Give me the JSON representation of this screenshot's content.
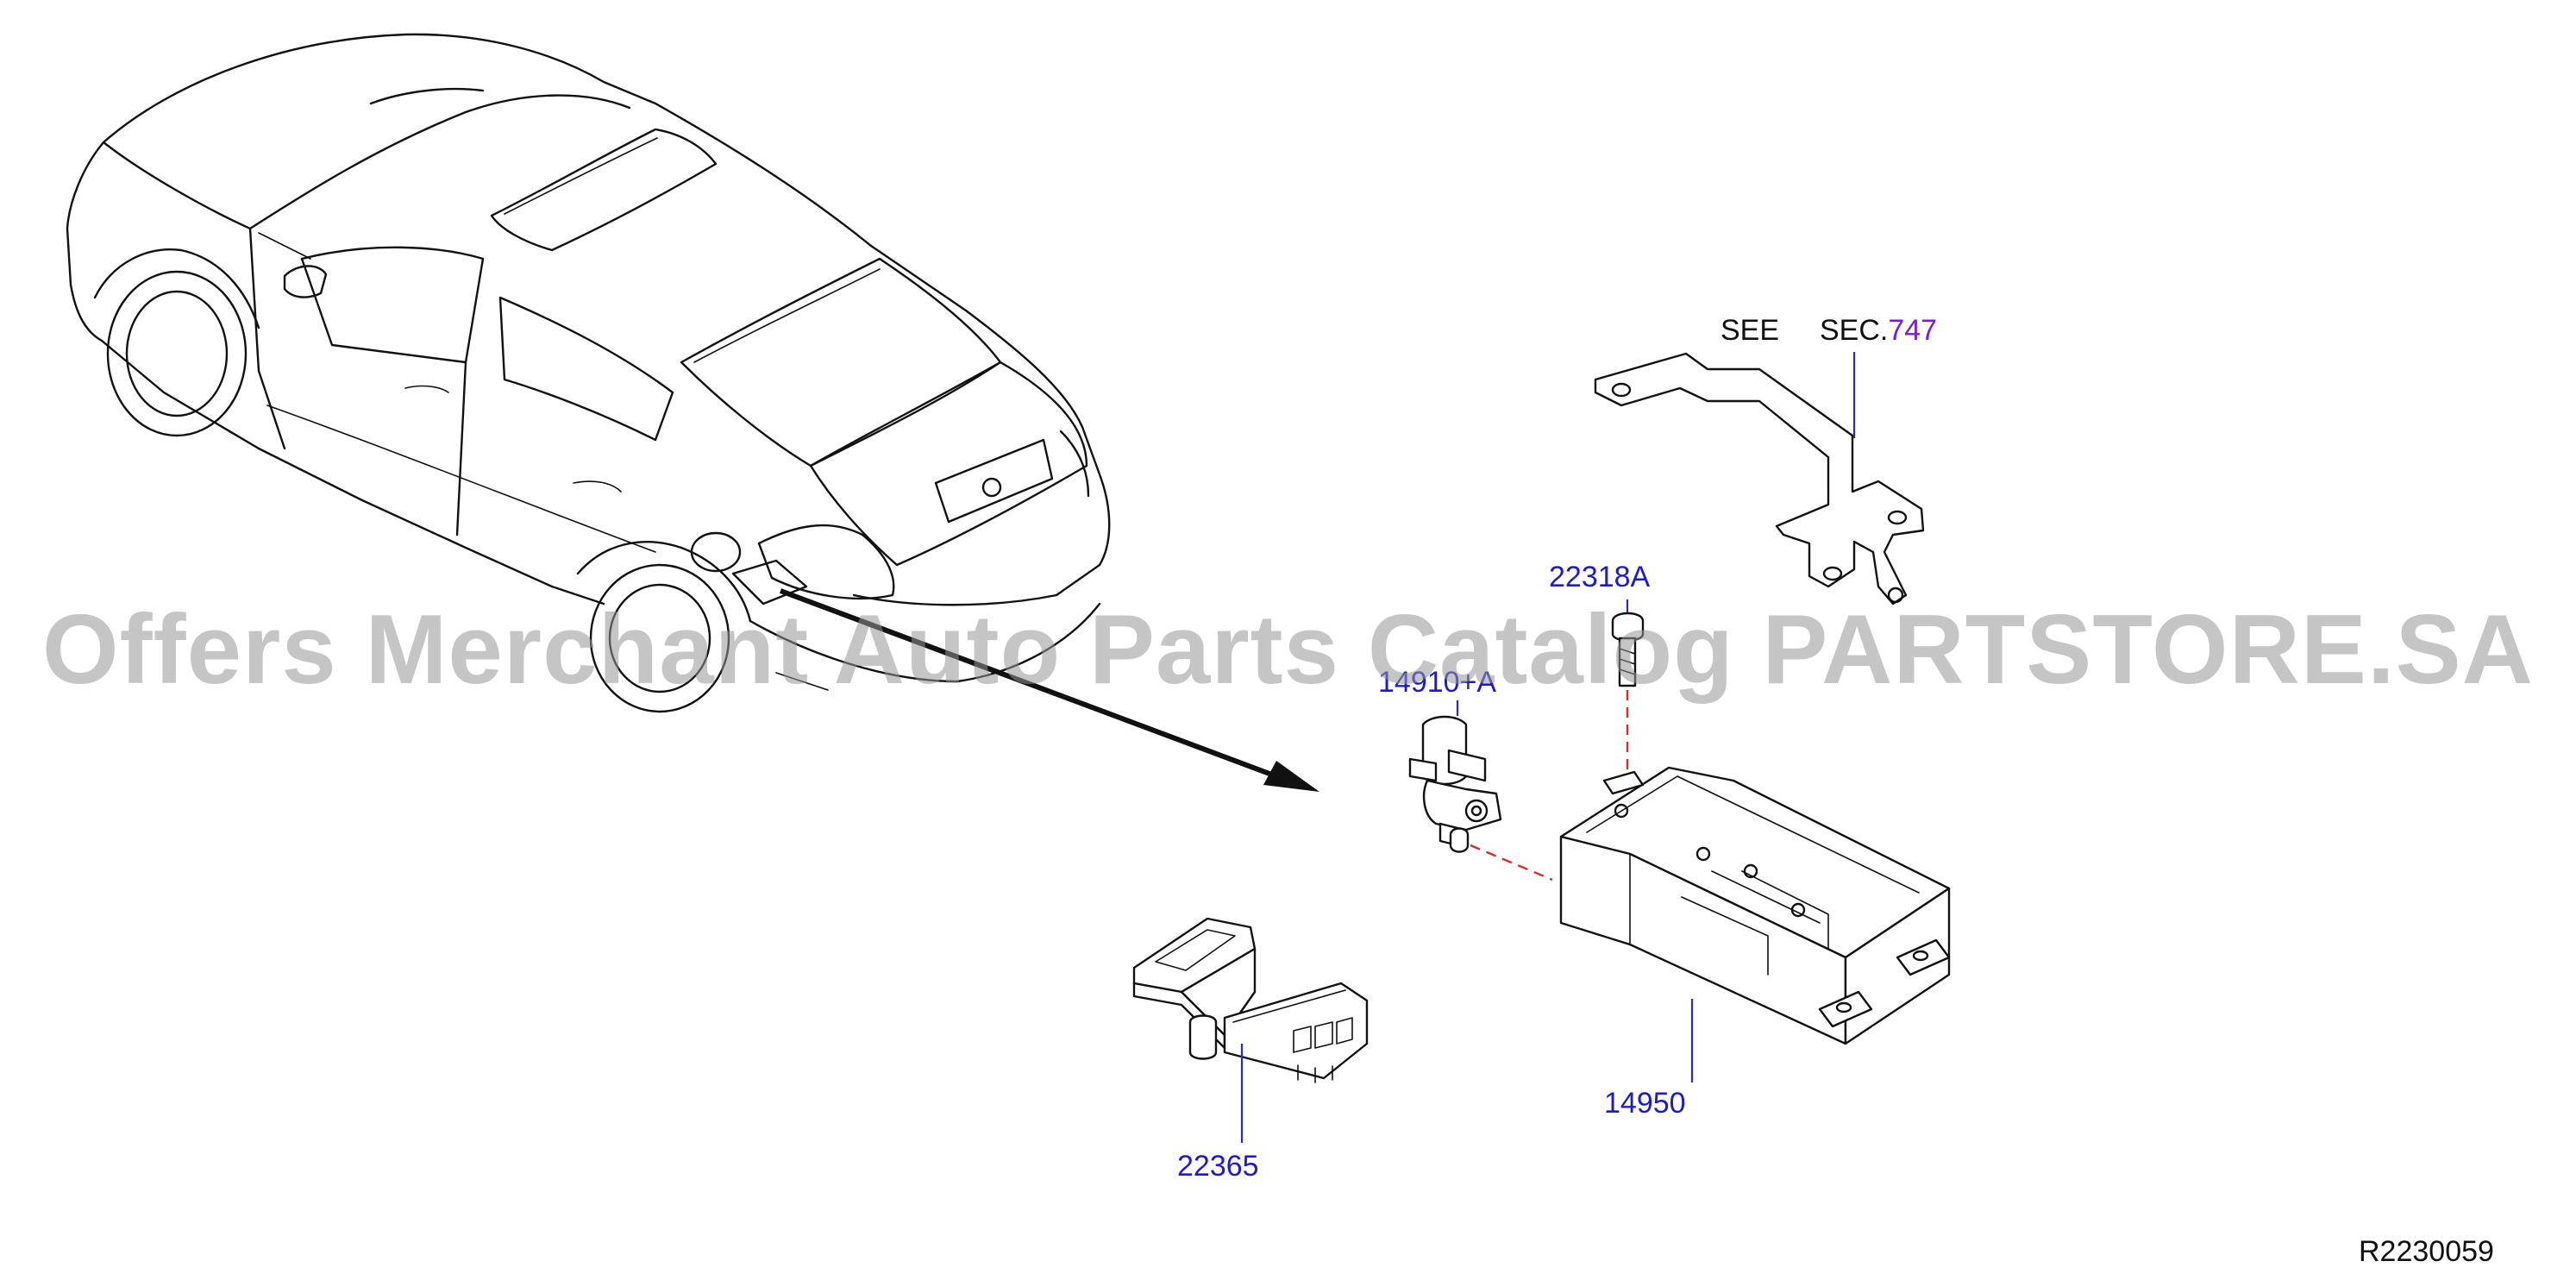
{
  "labels": {
    "see": "SEE",
    "sec_prefix": "SEC.",
    "sec_number": "747",
    "part_22318A": "22318A",
    "part_14910A": "14910+A",
    "part_14950": "14950",
    "part_22365": "22365",
    "diagram_id": "R2230059"
  },
  "watermark": "Offers Merchant Auto Parts Catalog PARTSTORE.SA",
  "colors": {
    "label": "#1b1bd6",
    "sec_number": "#7a1fd6",
    "dashed_guide": "#e0282a"
  }
}
